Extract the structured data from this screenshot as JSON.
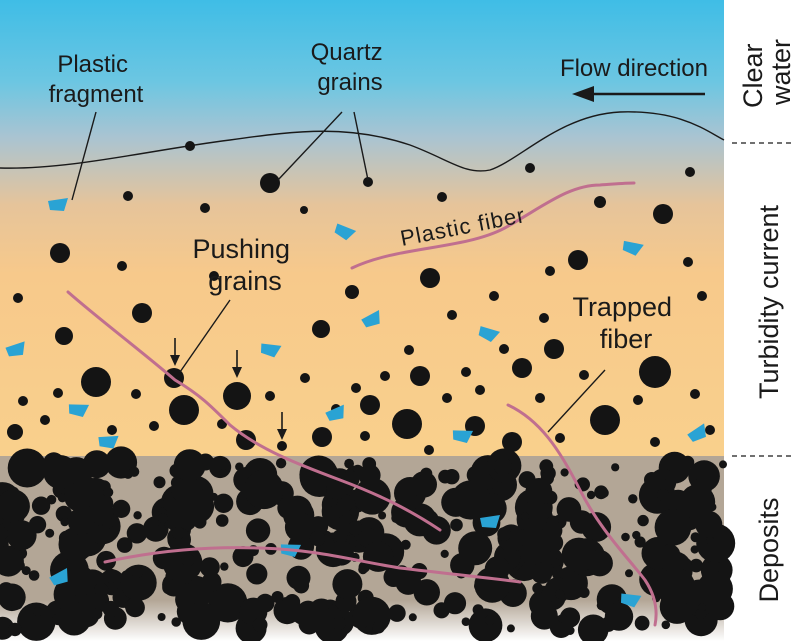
{
  "labels": {
    "plastic_fragment": [
      "Plastic",
      "fragment"
    ],
    "quartz_grains": [
      "Quartz",
      "grains"
    ],
    "flow_direction": "Flow direction",
    "plastic_fiber": "Plastic fiber",
    "pushing_grains": [
      "Pushing",
      "grains"
    ],
    "trapped_fiber": [
      "Trapped",
      "fiber"
    ]
  },
  "zones": {
    "clear_water": [
      "Clear",
      "water"
    ],
    "turbidity_current": "Turbidity current",
    "deposits": "Deposits"
  },
  "colors": {
    "water_top": "#49c2e6",
    "water_mid": "#9cc4d8",
    "current_warm": "#f7c88a",
    "current_bottom": "#f9d08a",
    "deposits": "#b2a595",
    "grain": "#141414",
    "fiber": "#c06f8f",
    "fragment": "#2aa3d4"
  }
}
